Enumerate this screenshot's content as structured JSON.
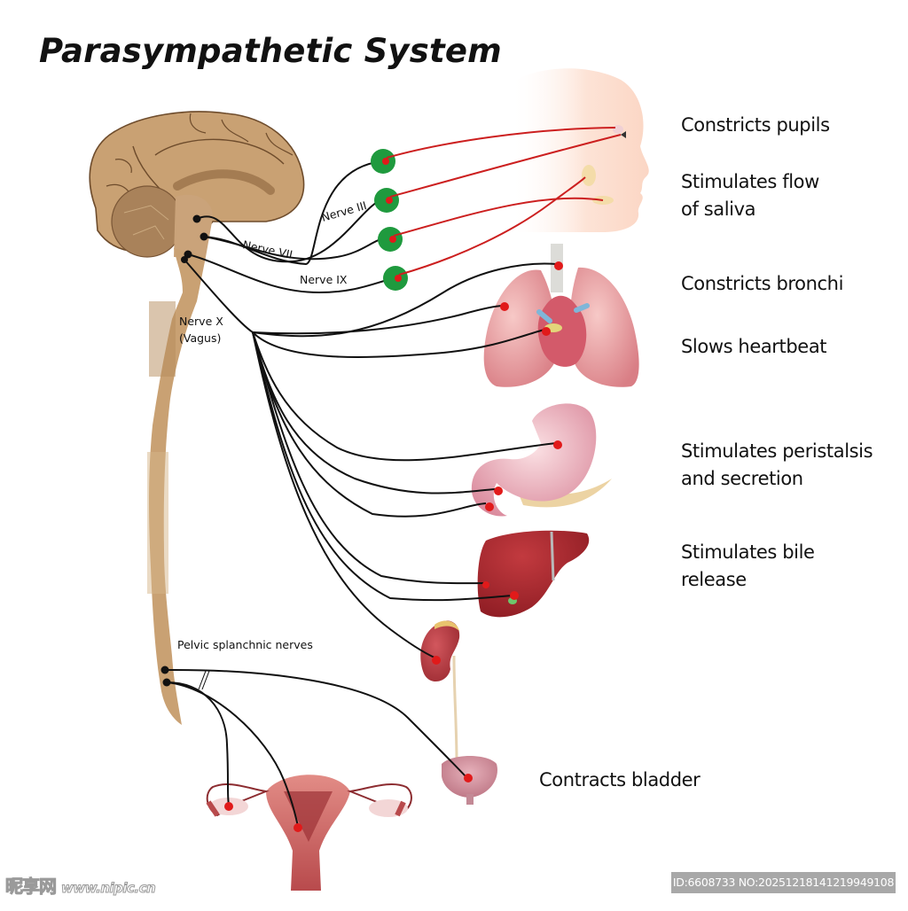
{
  "title": "Parasympathetic System",
  "nerve_labels": {
    "nerve_iii": "Nerve III",
    "nerve_vii": "Nerve VII",
    "nerve_ix": "Nerve IX",
    "nerve_x_line1": "Nerve X",
    "nerve_x_line2": "(Vagus)",
    "pelvic": "Pelvic splanchnic nerves"
  },
  "effects": [
    {
      "organ": "eye",
      "lines": [
        "Constricts pupils"
      ]
    },
    {
      "organ": "salivary-glands",
      "lines": [
        "Stimulates flow",
        "of saliva"
      ]
    },
    {
      "organ": "lungs",
      "lines": [
        "Constricts bronchi"
      ]
    },
    {
      "organ": "heart",
      "lines": [
        "Slows heartbeat"
      ]
    },
    {
      "organ": "stomach",
      "lines": [
        "Stimulates peristalsis",
        "and secretion"
      ]
    },
    {
      "organ": "liver",
      "lines": [
        "Stimulates bile",
        "release"
      ]
    },
    {
      "organ": "bladder",
      "lines": [
        "Contracts bladder"
      ]
    }
  ],
  "watermark": {
    "brand": "昵享网",
    "url": "www.nipic.cn",
    "id_text": "ID:6608733 NO:20251218141219949108"
  },
  "colors": {
    "brain": "#c9a173",
    "brain_dark": "#8a6440",
    "spinal_cord": "#c9a173",
    "nerve": "#111111",
    "postganglionic": "#cc1f1f",
    "ganglion": "#1f9a3e",
    "organ_pink": "#e8a0a4",
    "liver": "#a3232a",
    "face": "#fbd9c9"
  }
}
